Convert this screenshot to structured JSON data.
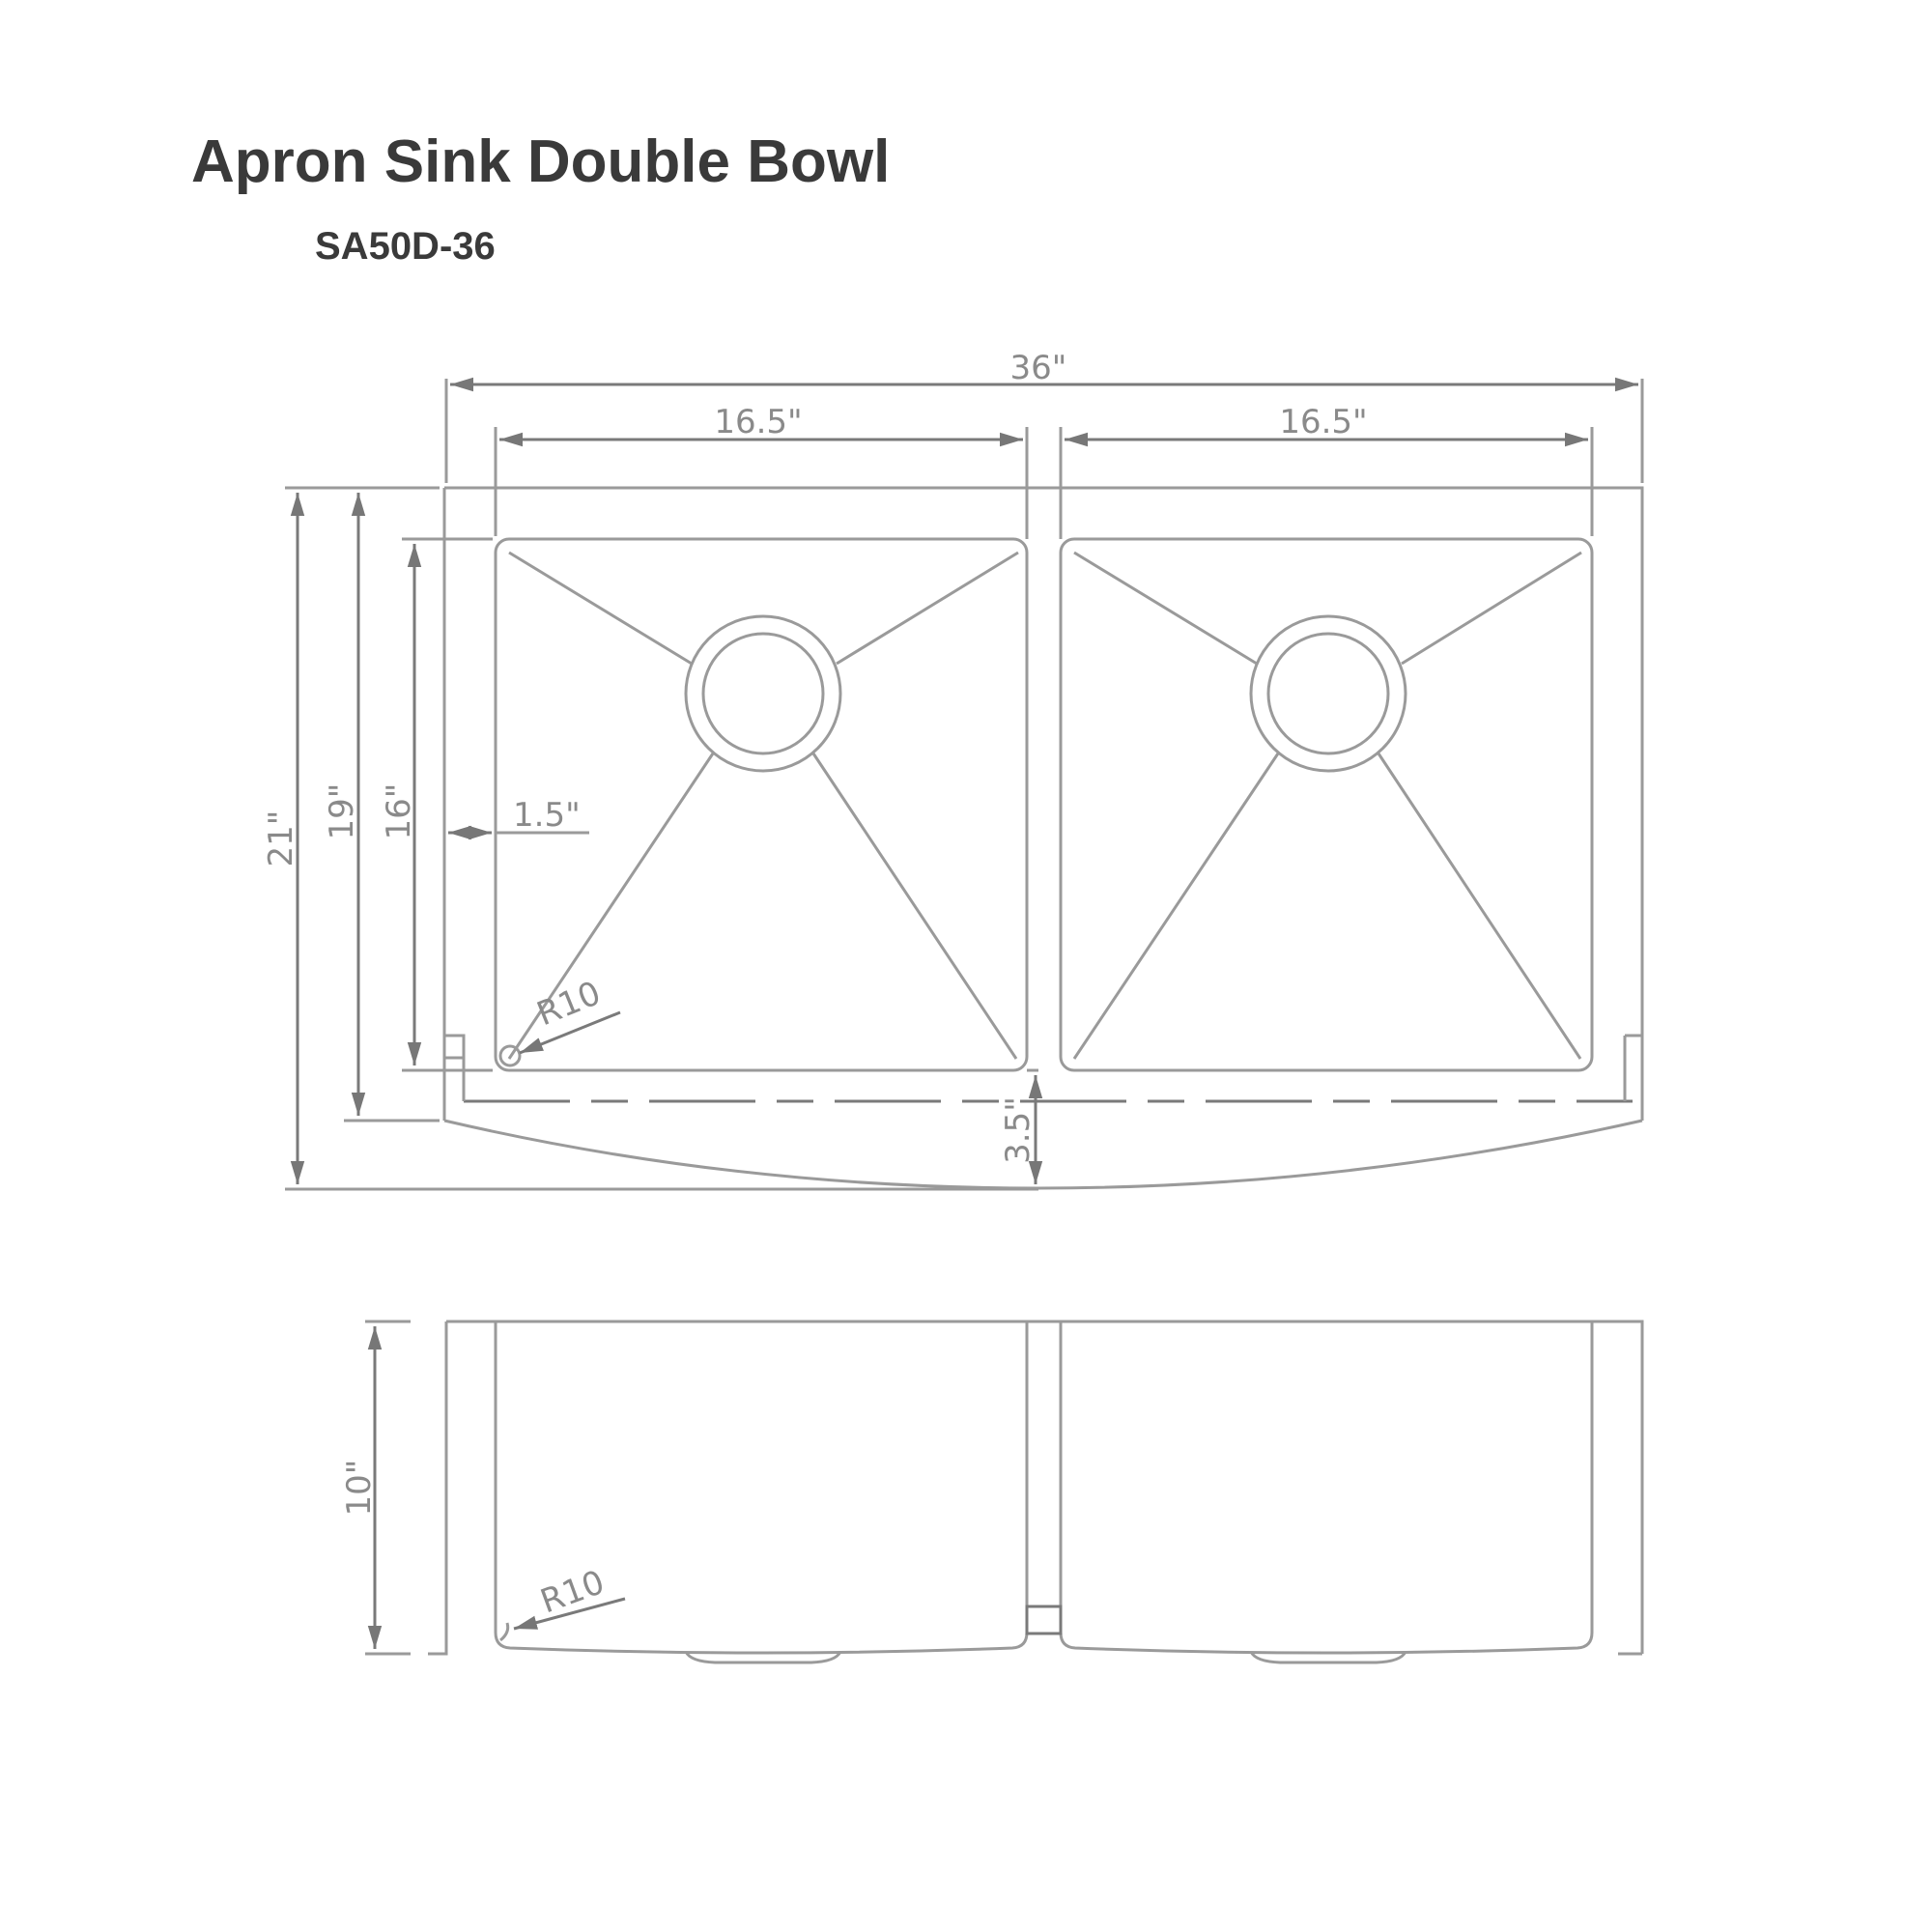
{
  "header": {
    "title": "Apron Sink Double Bowl",
    "model": "SA50D-36"
  },
  "top_view": {
    "dimensions": {
      "overall_width": "36\"",
      "left_bowl_width": "16.5\"",
      "right_bowl_width": "16.5\"",
      "overall_depth": "21\"",
      "rim_depth": "19\"",
      "bowl_depth": "16\"",
      "rim_offset": "1.5\"",
      "apron_projection": "3.5\"",
      "corner_radius": "R10"
    }
  },
  "side_view": {
    "dimensions": {
      "bowl_height": "10\"",
      "corner_radius": "R10"
    }
  },
  "colors": {
    "title_text": "#3a3a3a",
    "line": "#9a9a9a",
    "background": "#ffffff"
  }
}
